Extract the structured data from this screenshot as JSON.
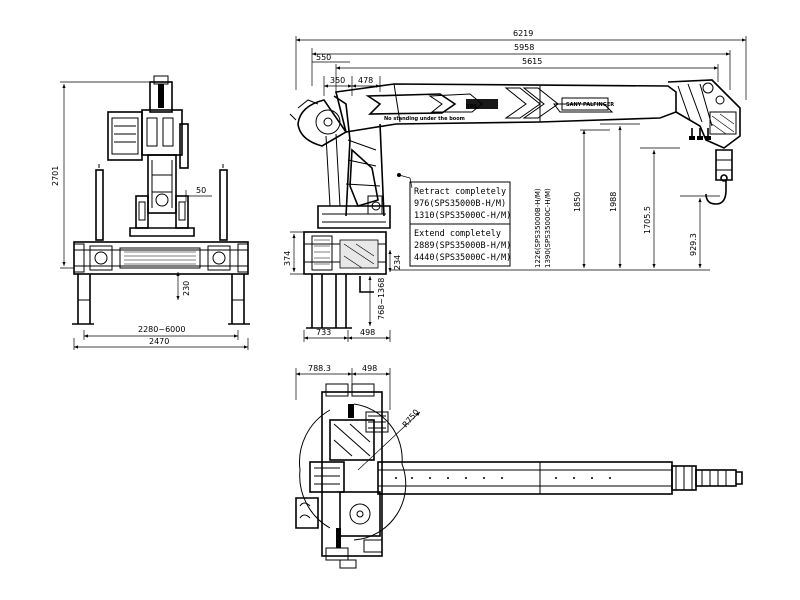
{
  "front_view": {
    "dims": {
      "height_total": "2701",
      "column_offset": "50",
      "below_base": "230",
      "outrigger_span": "2280~6000",
      "base_width": "2470"
    }
  },
  "side_view": {
    "dims": {
      "overall_length": "6219",
      "boom_length_a": "5958",
      "boom_length_b": "5615",
      "pivot_offset": "550",
      "offset_350": "350",
      "offset_478": "478",
      "height_1850": "1850",
      "height_1988": "1988",
      "hook_height": "1705.5",
      "hook_drop": "929.3",
      "base_offset": "374",
      "base_height": "234",
      "outrigger_stroke": "768~1368",
      "foot_733": "733",
      "foot_498": "498",
      "stroke_b": "1226(SPS35000B-H/M)",
      "stroke_c": "1390(SPS35000C-H/M)"
    },
    "boom_text": "No standing under the boom",
    "boom_brand": "SANY PALFINGER",
    "boom_model": "SPS",
    "legend": {
      "retract_title": "Retract completely",
      "retract_b": "976(SPS35000B-H/M)",
      "retract_c": "1310(SPS35000C-H/M)",
      "extend_title": "Extend completely",
      "extend_b": "2889(SPS35000B-H/M)",
      "extend_c": "4440(SPS35000C-H/M)"
    }
  },
  "top_view": {
    "dims": {
      "left_offset": "788.3",
      "right_offset": "498",
      "radius": "R750"
    }
  }
}
